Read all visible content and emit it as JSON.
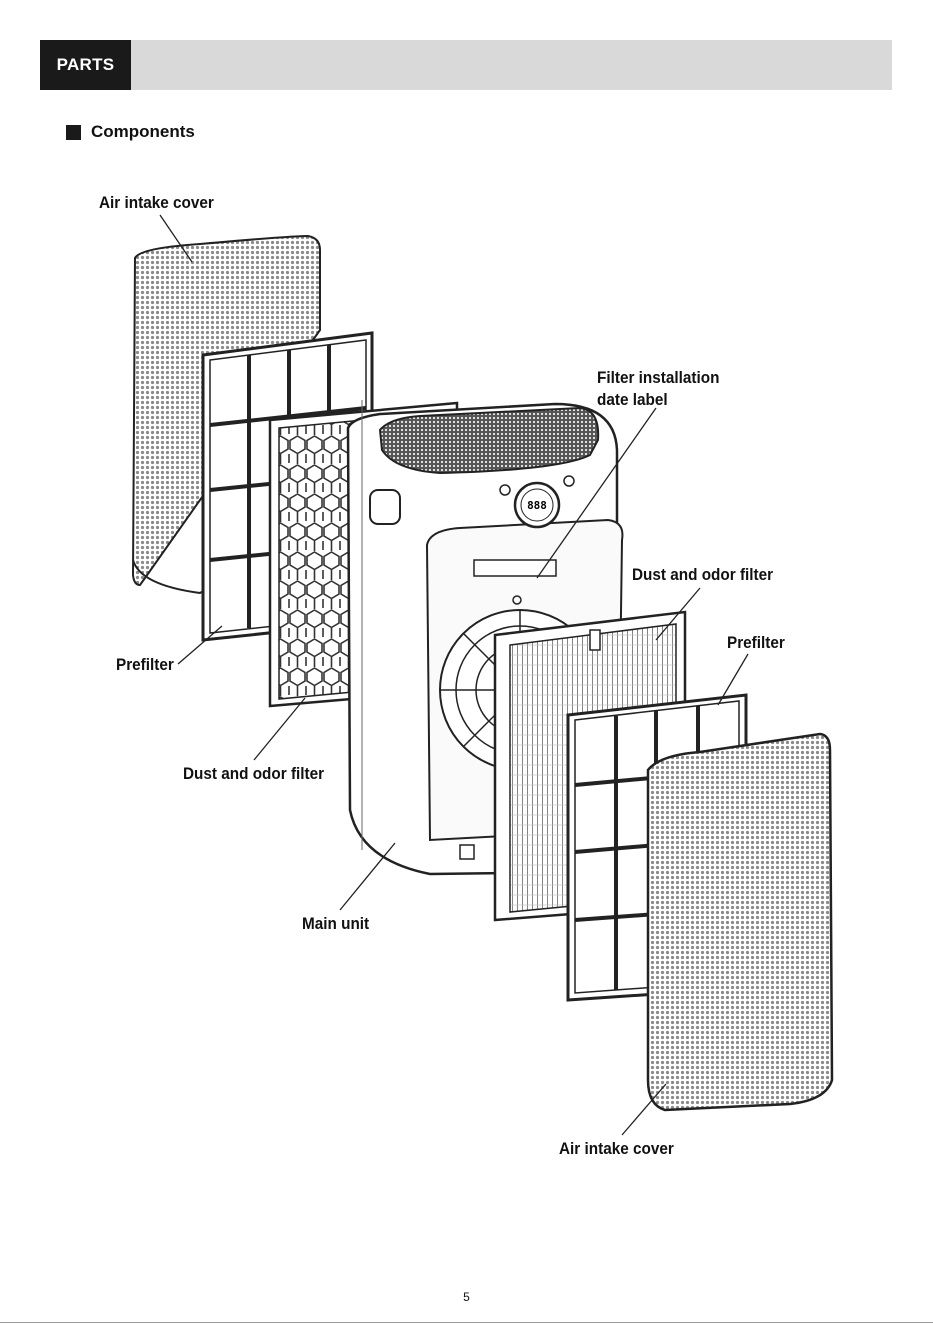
{
  "header": {
    "tab_label": "PARTS"
  },
  "section": {
    "title": "Components"
  },
  "labels": {
    "air_intake_cover_left": "Air intake cover",
    "filter_installation_date_label_line1": "Filter installation",
    "filter_installation_date_label_line2": "date label",
    "dust_and_odor_filter_right": "Dust and odor filter",
    "prefilter_right": "Prefilter",
    "prefilter_left": "Prefilter",
    "dust_and_odor_filter_left": "Dust and odor filter",
    "main_unit": "Main unit",
    "air_intake_cover_right": "Air intake cover"
  },
  "display": {
    "readout": "888"
  },
  "footer": {
    "page_number": "5"
  },
  "colors": {
    "header_tab": "#1a1a1a",
    "header_bar": "#d9d9d9",
    "line": "#222222"
  }
}
